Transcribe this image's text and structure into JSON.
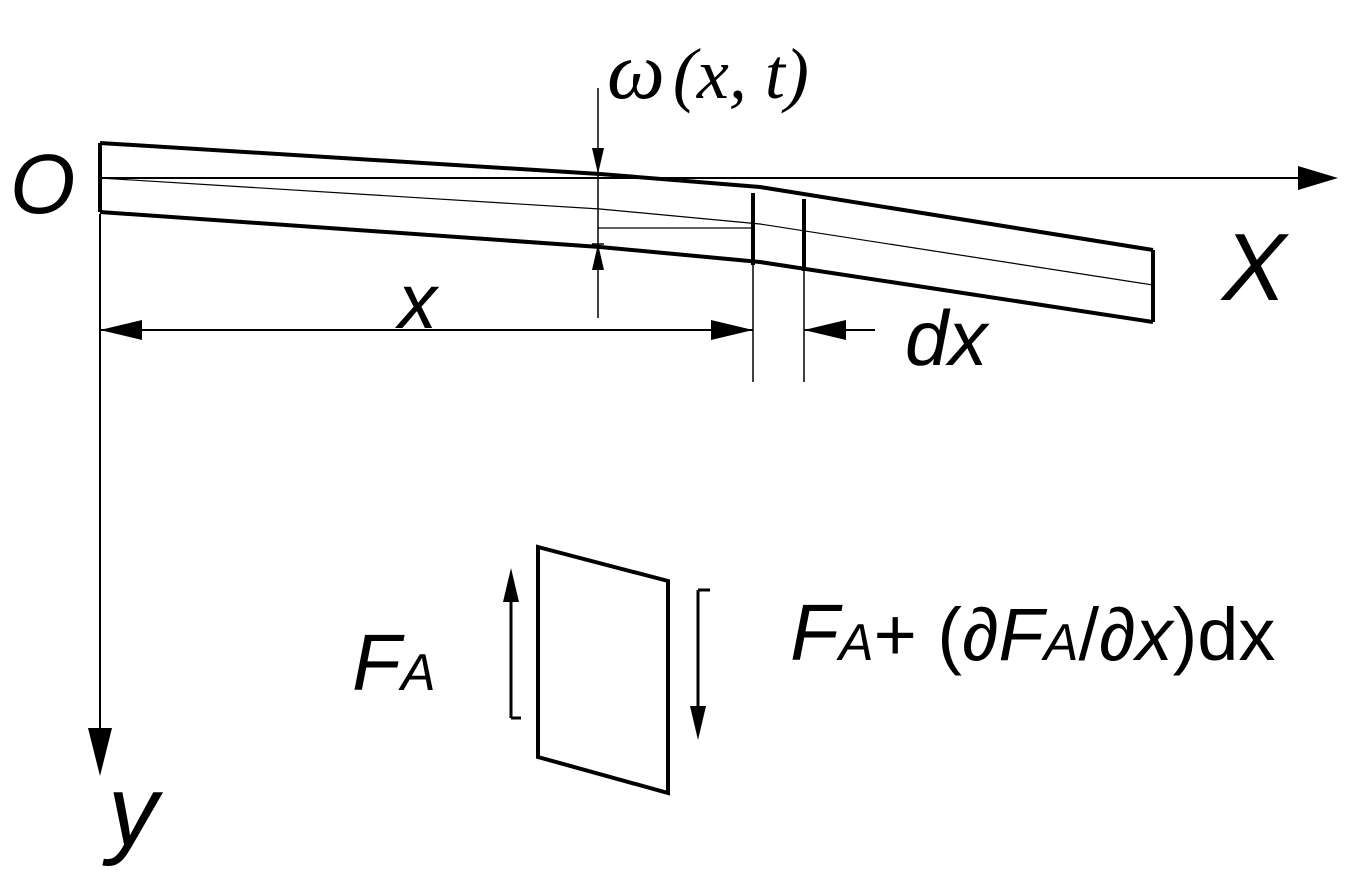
{
  "labels": {
    "origin": "O",
    "x_axis": "X",
    "y_axis": "y",
    "position": "x",
    "element_length": "dx",
    "deflection_omega": "ω",
    "deflection_args": "(x, t)",
    "force_left_main": "F",
    "force_left_sub": "A",
    "force_right_F1": "F",
    "force_right_sub1": "A",
    "force_right_plus": "+ (",
    "force_right_partial1": "∂F",
    "force_right_sub2": "A",
    "force_right_slash": "/",
    "force_right_partial2": "∂x",
    "force_right_close": ")dx"
  },
  "colors": {
    "ink": "#000000",
    "background": "#ffffff"
  }
}
